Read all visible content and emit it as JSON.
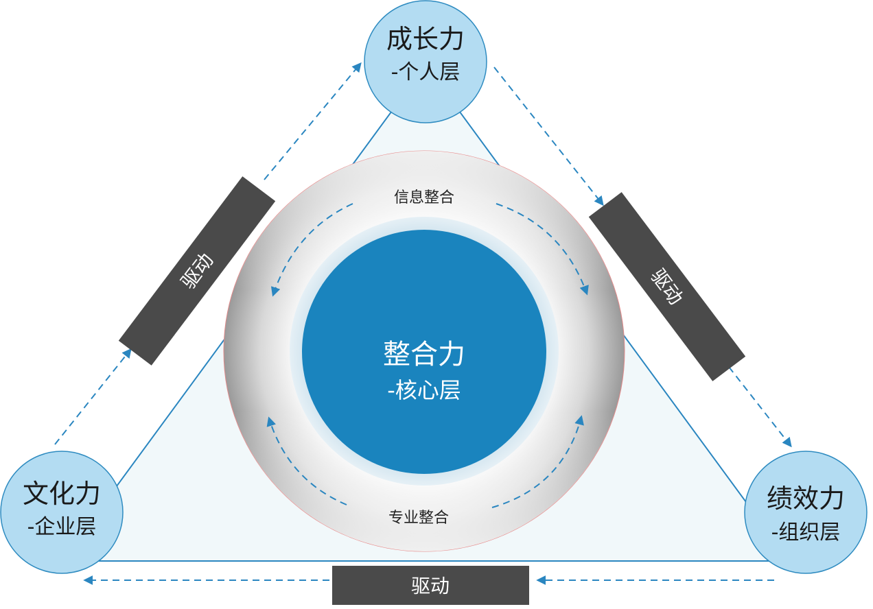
{
  "core": {
    "title": "整合力",
    "subtitle": "-核心层"
  },
  "ring": {
    "top_label": "信息整合",
    "bottom_label": "专业整合"
  },
  "nodes": {
    "top": {
      "title": "成长力",
      "subtitle": "-个人层"
    },
    "left": {
      "title": "文化力",
      "subtitle": "-企业层"
    },
    "right": {
      "title": "绩效力",
      "subtitle": "-组织层"
    }
  },
  "drivers": {
    "left": "驱动",
    "right": "驱动",
    "bottom": "驱动"
  },
  "colors": {
    "node_fill": "#b3dcf2",
    "node_stroke": "#2e8bc0",
    "core_fill": "#1a84be",
    "triangle_fill": "#f1f8fa",
    "triangle_stroke": "#2a86c0",
    "driver_box": "#4a4a4a",
    "arrow": "#2a86c0"
  }
}
